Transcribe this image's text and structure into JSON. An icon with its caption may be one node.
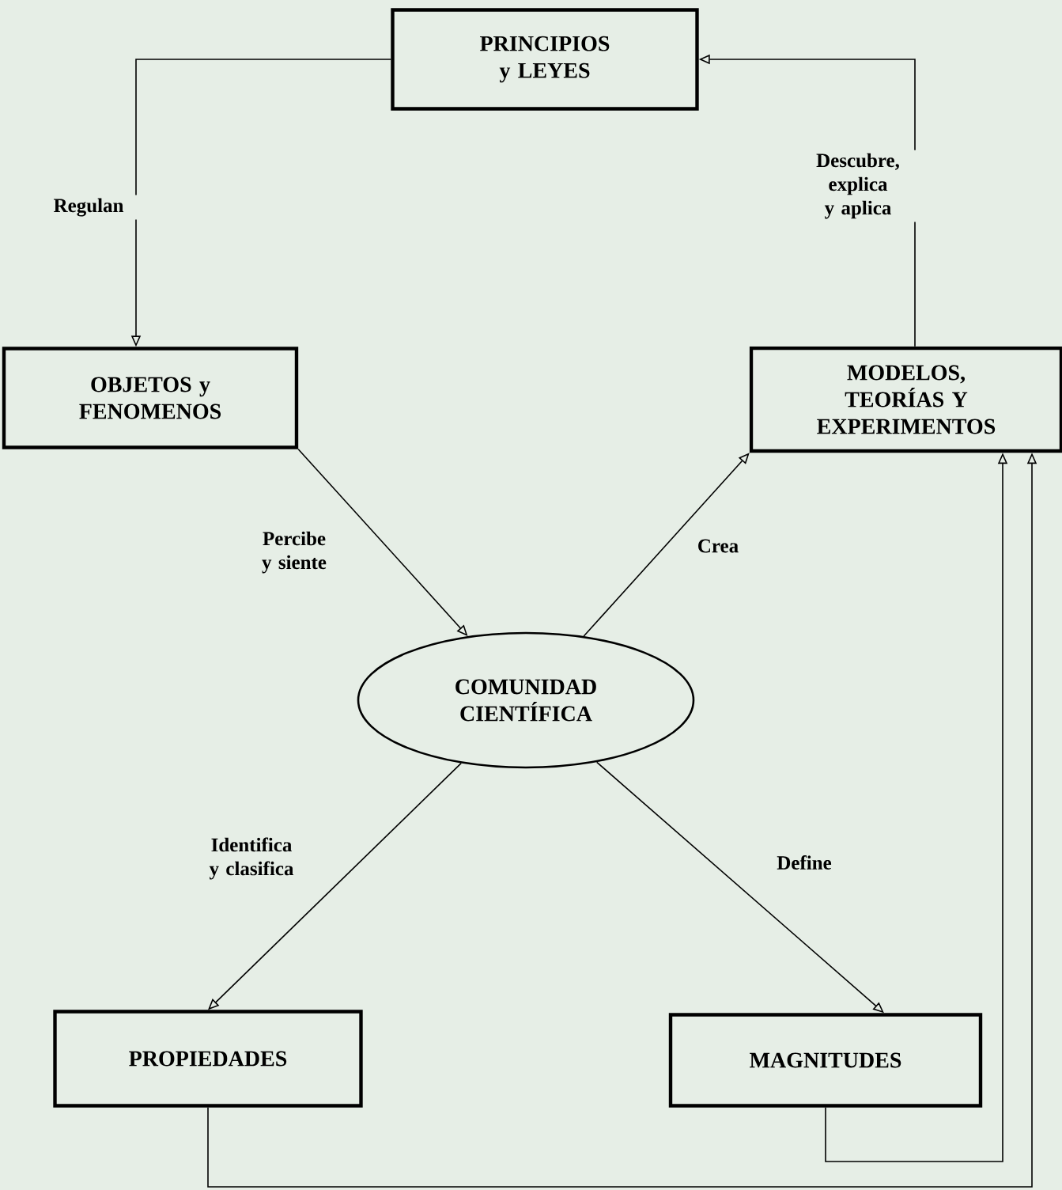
{
  "diagram": {
    "nodes": [
      {
        "text": [
          "PRINCIPIOS y LEYES"
        ]
      },
      {
        "text": [
          "OBJETOS y FENOMENOS"
        ]
      },
      {
        "text": [
          "MODELOS, TEORÍAS Y EXPERIMENTOS"
        ]
      },
      {
        "text": [
          "COMUNIDAD CIENTÍFICA"
        ]
      },
      {
        "text": [
          "PROPIEDADES"
        ]
      },
      {
        "text": [
          "MAGNITUDES"
        ]
      }
    ],
    "edges": [
      {
        "from": 0,
        "to": 1,
        "arrow": "to",
        "label": "Regulan"
      },
      {
        "from": 2,
        "to": 0,
        "arrow": "to",
        "label": "Descubre, explica y aplica"
      },
      {
        "from": 1,
        "to": 3,
        "arrow": "to",
        "label": "Percibe y siente"
      },
      {
        "from": 3,
        "to": 2,
        "arrow": "to",
        "label": "Crea"
      },
      {
        "from": 3,
        "to": 4,
        "arrow": "to",
        "label": "Identifica y clasifica"
      },
      {
        "from": 3,
        "to": 5,
        "arrow": "to",
        "label": "Define"
      },
      {
        "from": 4,
        "to": 2,
        "arrow": "to"
      },
      {
        "from": 5,
        "to": 2,
        "arrow": "to"
      }
    ]
  }
}
